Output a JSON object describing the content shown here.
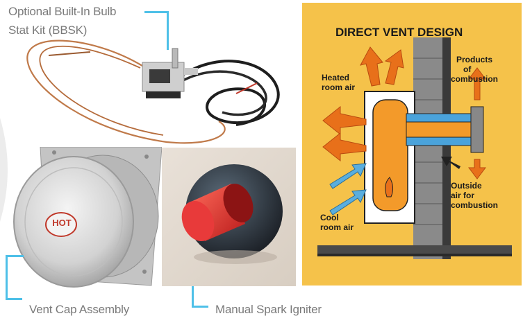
{
  "captions": {
    "bbsk_line1": "Optional Built-In Bulb",
    "bbsk_line2": "Stat Kit (BBSK)",
    "vent_cap": "Vent Cap Assembly",
    "igniter": "Manual Spark Igniter"
  },
  "badge": "HOT",
  "diagram": {
    "title": "DIRECT VENT DESIGN",
    "heated": [
      "Heated",
      "room air"
    ],
    "products": [
      "Products",
      "of",
      "combustion"
    ],
    "outside": [
      "Outside",
      "air for",
      "combustion"
    ],
    "cool": [
      "Cool",
      "room air"
    ]
  },
  "colors": {
    "leader": "#4ec0e8",
    "diagram_bg": "#f5c24a",
    "hot_arrow": "#e8701a",
    "cool_arrow": "#5aaede",
    "igniter_red": "#e02a2a"
  }
}
